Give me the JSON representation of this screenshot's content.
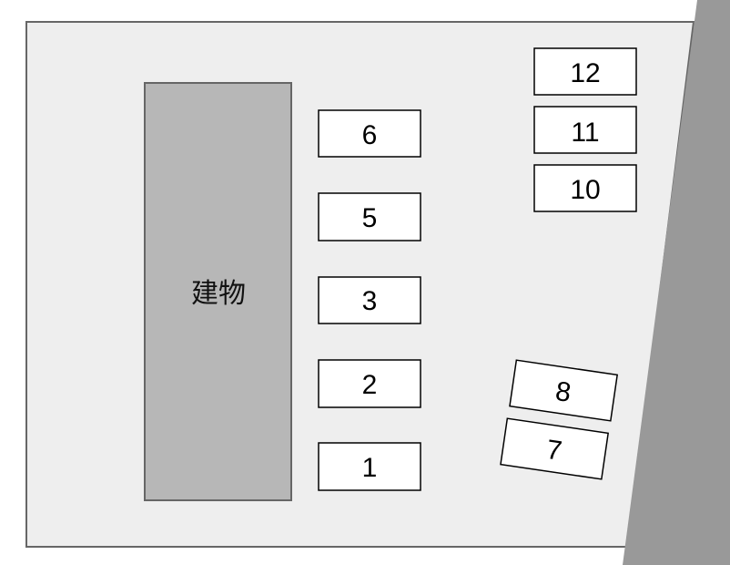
{
  "colors": {
    "background": "#ffffff",
    "lot_fill": "#eeeeee",
    "lot_border": "#666666",
    "building_fill": "#b7b7b7",
    "building_border": "#666666",
    "road_fill": "#999999",
    "stall_fill": "#ffffff",
    "stall_border": "#000000"
  },
  "building": {
    "label": "建物"
  },
  "stalls": [
    {
      "number": "1"
    },
    {
      "number": "2"
    },
    {
      "number": "3"
    },
    {
      "number": "5"
    },
    {
      "number": "6"
    },
    {
      "number": "7"
    },
    {
      "number": "8"
    },
    {
      "number": "10"
    },
    {
      "number": "11"
    },
    {
      "number": "12"
    }
  ]
}
